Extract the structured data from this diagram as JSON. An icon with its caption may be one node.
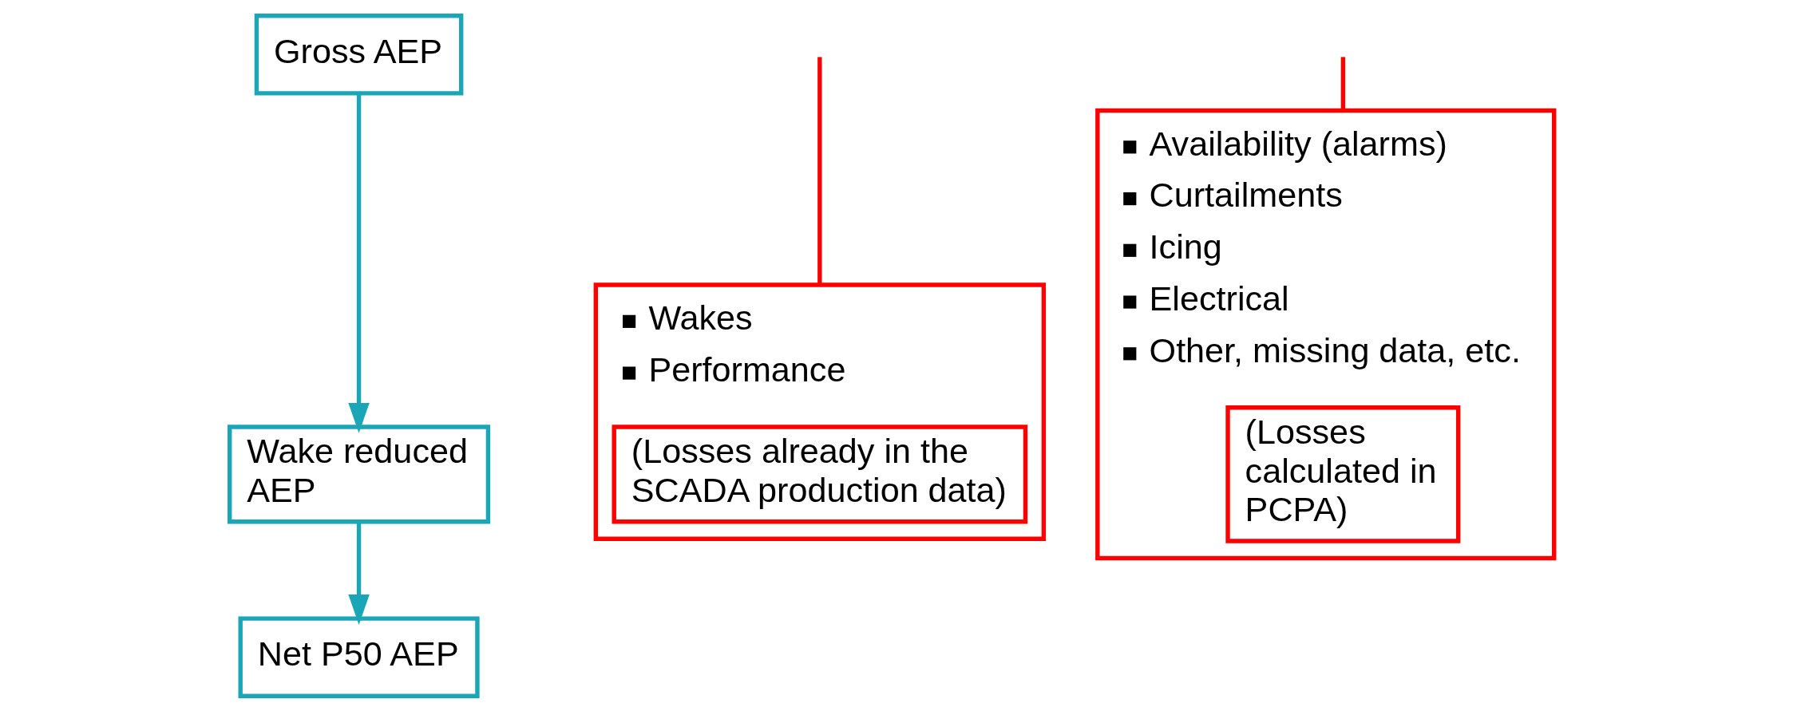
{
  "diagram": {
    "nodes": [
      {
        "text": [
          "Gross AEP"
        ]
      },
      {
        "text": [
          "Wake reduced AEP"
        ]
      },
      {
        "text": [
          "Net P50 AEP"
        ]
      },
      {
        "text": [
          "Wakes",
          "Performance"
        ]
      },
      {
        "text": [
          "(Losses already in the SCADA production data)"
        ],
        "in": 3
      },
      {
        "text": [
          "Availability (alarms)",
          "Curtailments",
          "Icing",
          "Electrical",
          "Other, missing data, etc."
        ]
      },
      {
        "text": [
          "(Losses calculated in PCPA)"
        ],
        "in": 5
      }
    ],
    "edges": [
      {
        "from": 0,
        "to": 1,
        "arrow": "to"
      },
      {
        "from": 1,
        "to": 2,
        "arrow": "to"
      },
      {
        "from": null,
        "to": 3,
        "arrow": "none",
        "color": "#ff0000"
      },
      {
        "from": null,
        "to": 5,
        "arrow": "none",
        "color": "#ff0000"
      }
    ]
  }
}
